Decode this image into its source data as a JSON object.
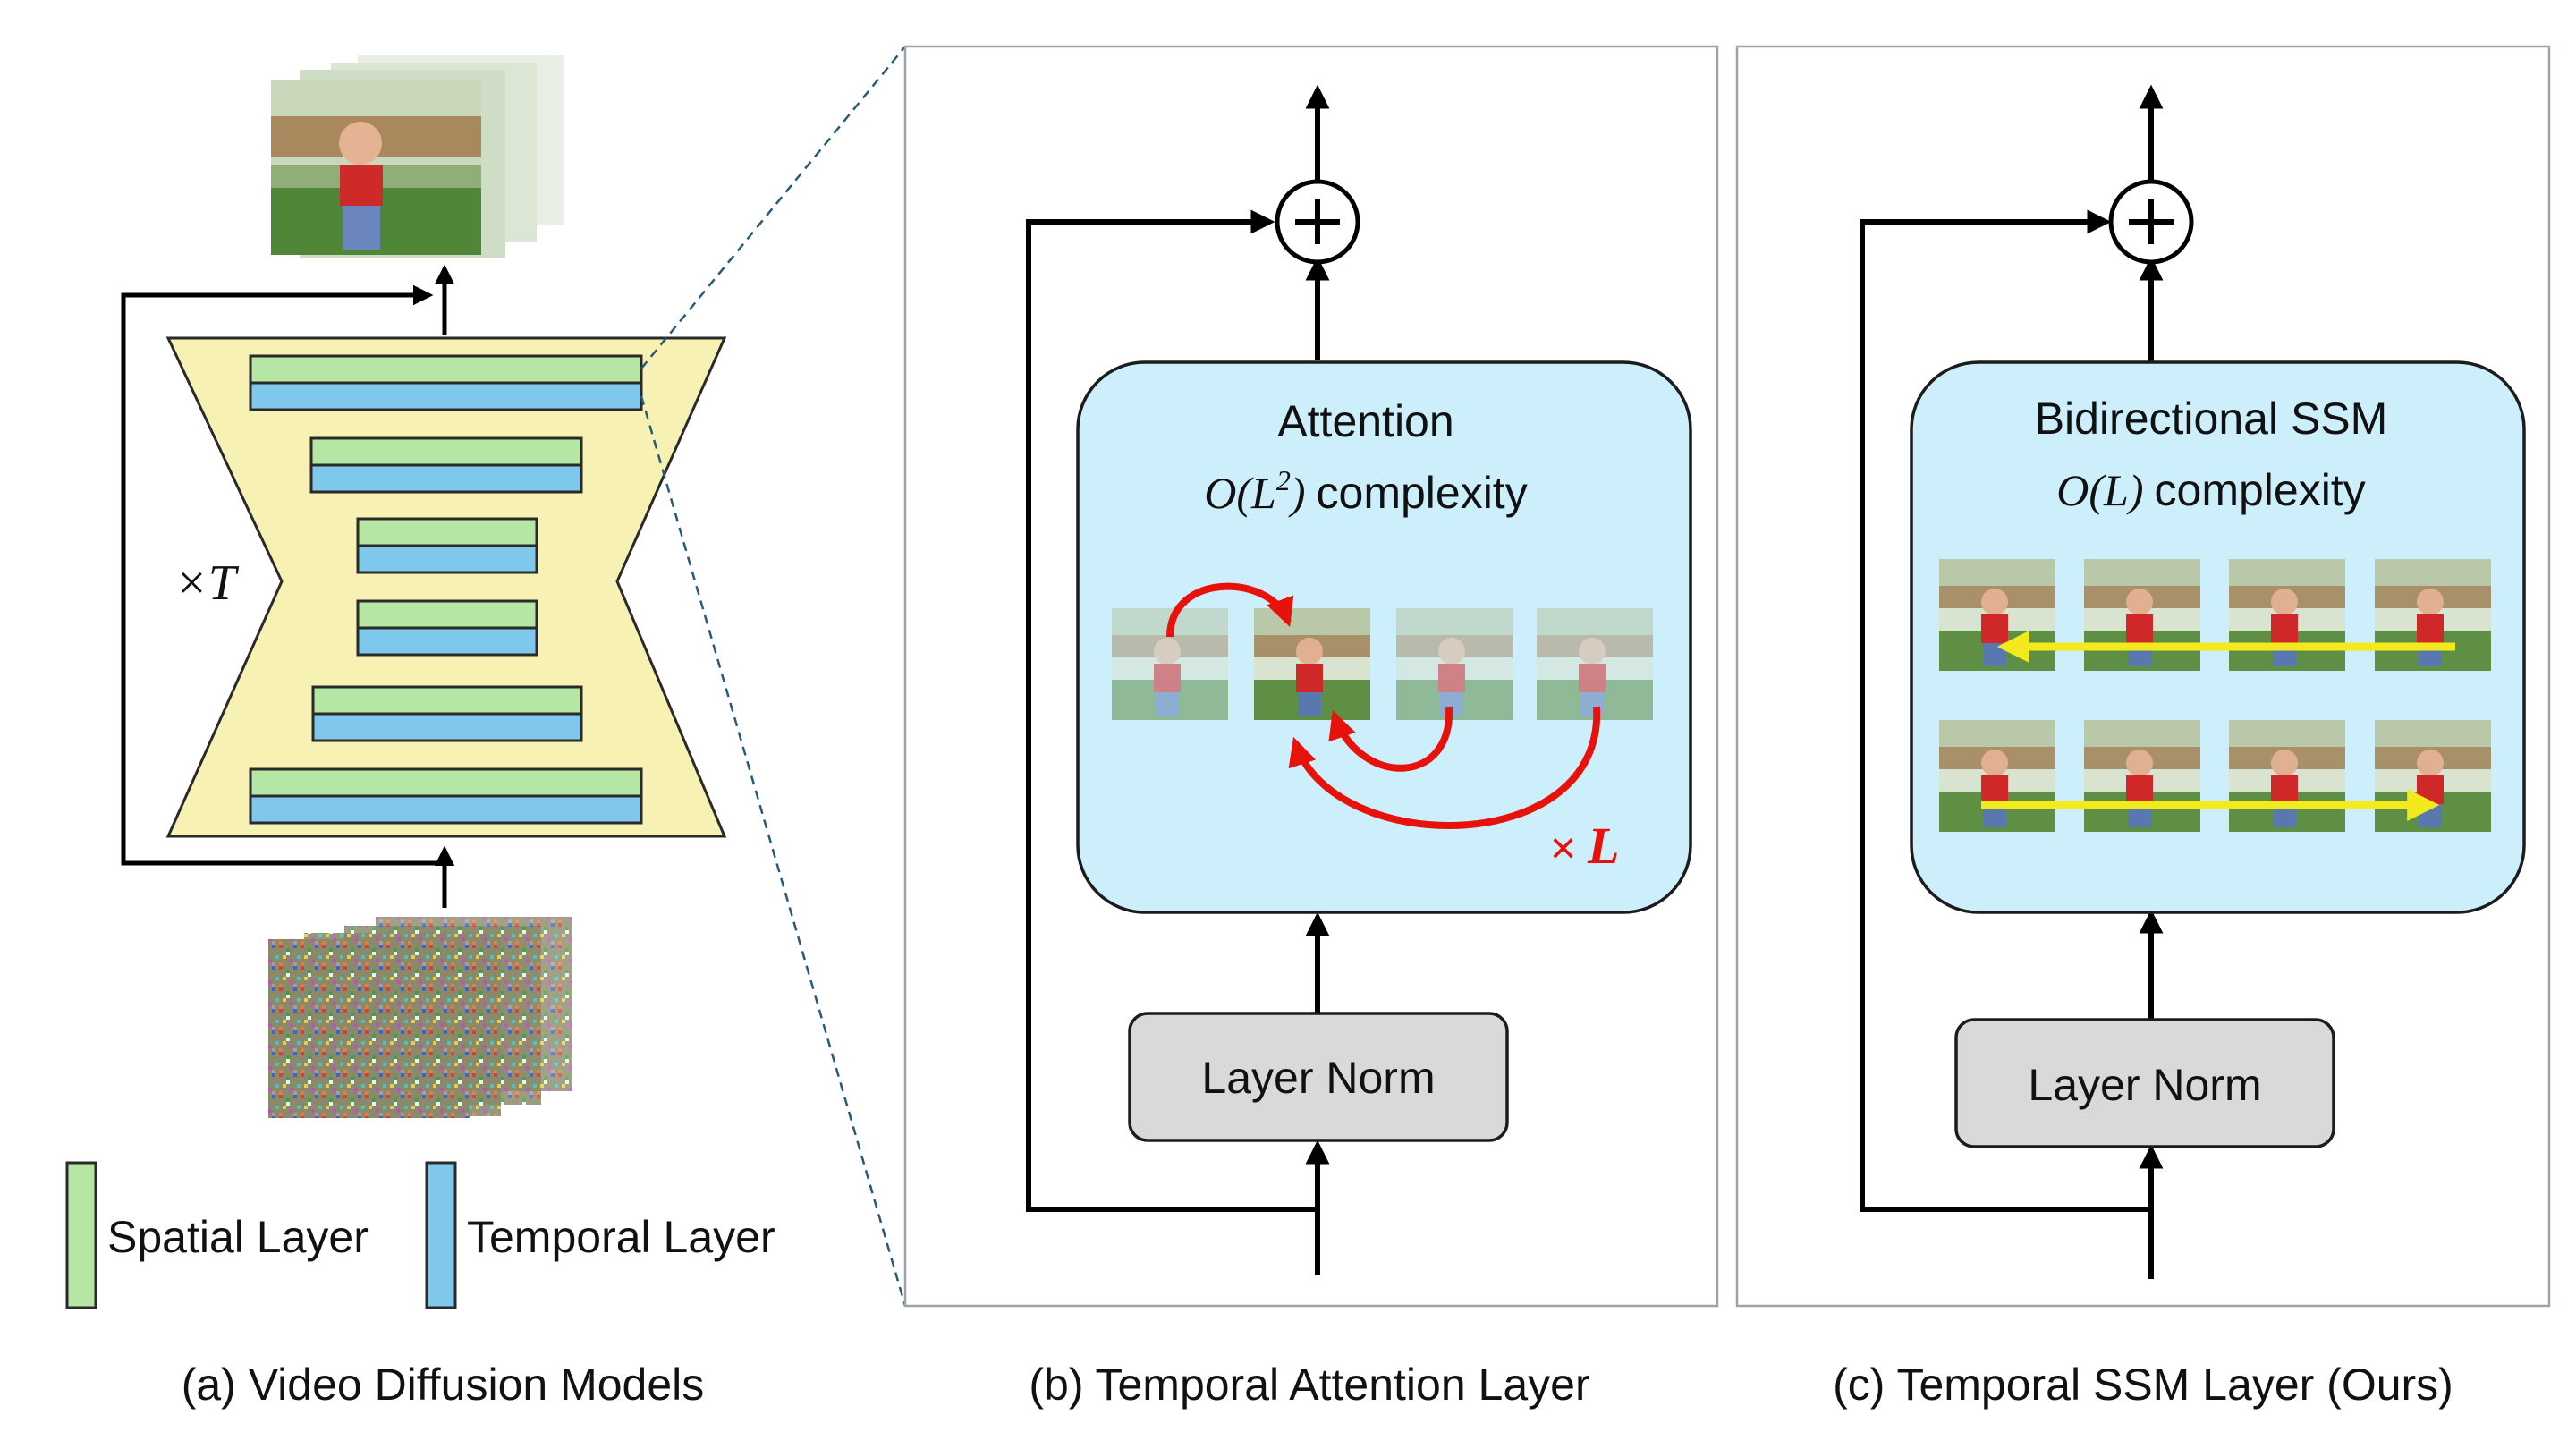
{
  "panel_a": {
    "caption": "(a) Video Diffusion Models",
    "multiplier": "×T",
    "legend": {
      "spatial": "Spatial Layer",
      "temporal": "Temporal Layer"
    }
  },
  "panel_b": {
    "caption": "(b) Temporal Attention Layer",
    "block_title": "Attention",
    "complexity_O": "O",
    "complexity_L": "L",
    "complexity_exp": "2",
    "complexity_word": "complexity",
    "repeat_times": "×",
    "repeat_L": "L",
    "norm": "Layer Norm"
  },
  "panel_c": {
    "caption": "(c) Temporal SSM Layer (Ours)",
    "block_title": "Bidirectional SSM",
    "complexity_O": "O",
    "complexity_L": "L",
    "complexity_word": "complexity",
    "norm": "Layer Norm"
  },
  "colors": {
    "spatial": "#b5e6a3",
    "temporal": "#7fc8ec",
    "unet_fill": "#f7f2b4",
    "block_fill": "#cdeffc",
    "norm_fill": "#d9d9d9",
    "attention_arrow": "#e8120c",
    "ssm_arrow": "#f2ea1c"
  }
}
